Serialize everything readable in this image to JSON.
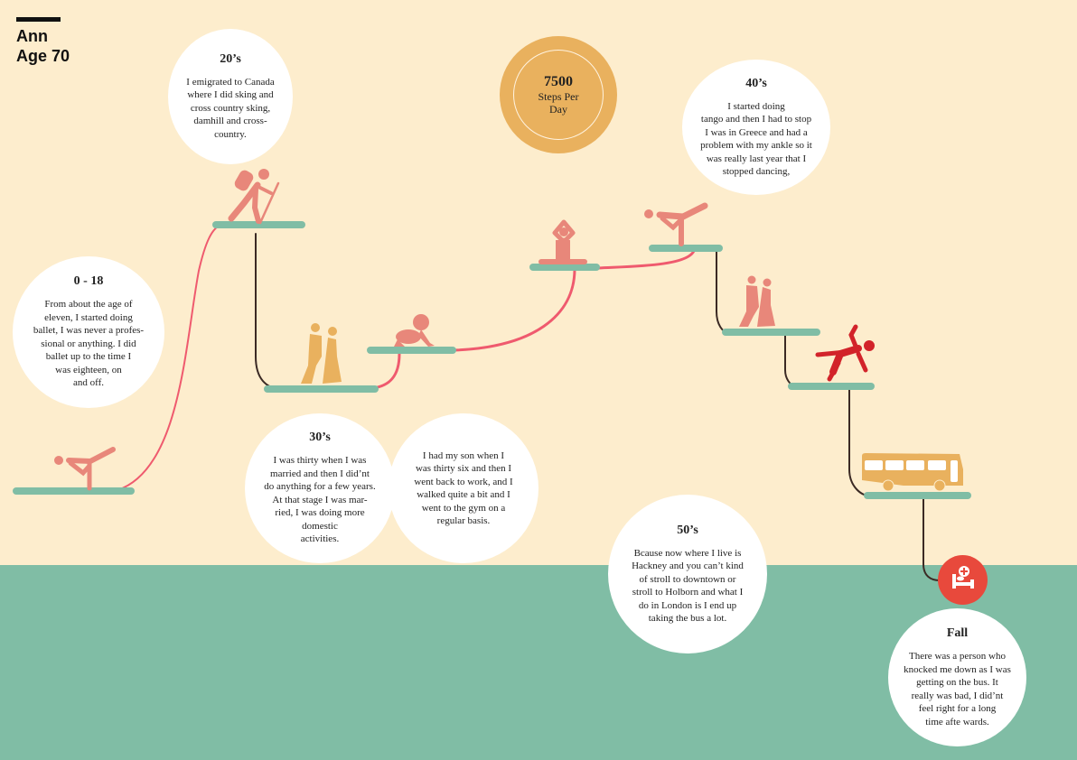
{
  "header": {
    "name": "Ann",
    "age": "Age 70"
  },
  "steps": {
    "number": "7500",
    "label": "Steps Per\nDay"
  },
  "colors": {
    "background": "#fdedcd",
    "ground": "#80bda5",
    "platform": "#80bda5",
    "figure_pink": "#e8877a",
    "figure_gold": "#e9b15e",
    "figure_red": "#d2232a",
    "connector_pink": "#ef5a6e",
    "connector_dark": "#3b2a24",
    "hospital": "#e8493c"
  },
  "bubbles": [
    {
      "id": "childhood",
      "heading": "0 - 18",
      "text": "From about the age of\neleven, I started doing\nballet, I was never a profes-\nsional or anything. I did\nballet up to the time I\nwas eighteen, on\nand off."
    },
    {
      "id": "twenties",
      "heading": "20’s",
      "text": "I emigrated to Canada\nwhere I did sking and\ncross country sking,\ndamhill and cross-\ncountry."
    },
    {
      "id": "thirties",
      "heading": "30’s",
      "text": "I was thirty when I was\nmarried and then I did’nt\ndo anything for a few years.\nAt that stage I was mar-\nried, I was doing more\ndomestic\nactivities."
    },
    {
      "id": "thirties-son",
      "heading": "",
      "text": "I had my son when I\nwas thirty six and then I\nwent back to work, and I\nwalked quite a bit and I\nwent to the gym on a\nregular basis."
    },
    {
      "id": "forties",
      "heading": "40’s",
      "text": "I started doing\ntango and then I had to stop\nI was in Greece and had a\nproblem with my ankle so it\nwas really last year that I\nstopped dancing,"
    },
    {
      "id": "fifties",
      "heading": "50’s",
      "text": "Bcause now where I live is\nHackney and you can’t kind\nof stroll to downtown or\nstroll to Holborn and what I\ndo in London is I end up\ntaking the bus a lot."
    },
    {
      "id": "fall",
      "heading": "Fall",
      "text": "There was a person who\nknocked me down as I was\ngetting on the bus. It\nreally was bad, I did’nt\nfeel right for a long\ntime afte wards."
    }
  ],
  "icons": [
    "ballet-icon",
    "hiker-icon",
    "couple-dancing-icon",
    "crawling-baby-icon",
    "yoga-icon",
    "gym-stretch-icon",
    "tango-couple-icon",
    "falling-person-icon",
    "bus-icon",
    "hospital-bed-icon"
  ]
}
